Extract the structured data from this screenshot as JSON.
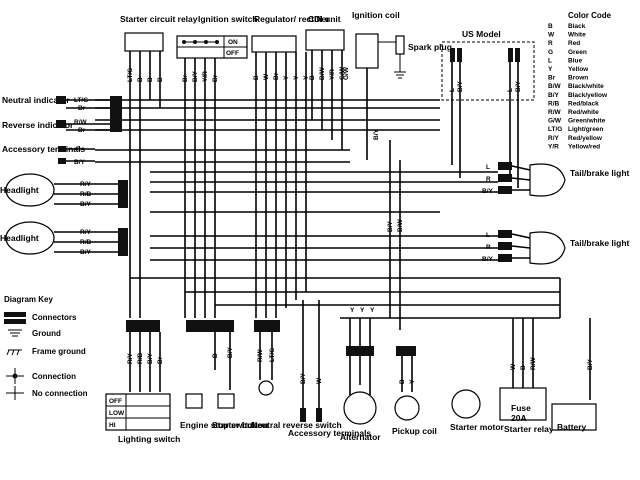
{
  "components": {
    "starter_relay": "Starter circuit relay",
    "ignition_switch": "Ignition switch",
    "ign_on": "ON",
    "ign_off": "OFF",
    "regulator": "Regulator/ rectifier",
    "cdi": "CDI unit",
    "ignition_coil": "Ignition coil",
    "spark_plug": "Spark plug",
    "us_model": "US Model",
    "neutral_indicator": "Neutral indicator",
    "reverse_indicator": "Reverse indicator",
    "accessory_terminals_left": "Accessory terminals",
    "headlight_1": "Headlight",
    "headlight_2": "Headlight",
    "tail_brake_1": "Tail/brake light",
    "tail_brake_2": "Tail/brake light",
    "lighting_switch": "Lighting switch",
    "ls_off": "OFF",
    "ls_low": "LOW",
    "ls_hi": "HI",
    "engine_stop": "Engine stop switch",
    "starter_button": "Starter button",
    "neutral_reverse": "Neutral reverse switch",
    "accessory_terminals": "Accessory terminals",
    "alternator": "Alternator",
    "pickup_coil": "Pickup coil",
    "starter_motor": "Starter motor",
    "starter_relay_bottom": "Starter relay",
    "fuse": "Fuse",
    "fuse_rating": "20A",
    "battery": "Battery"
  },
  "wire_labels": {
    "relay": [
      "LT/G",
      "B",
      "B",
      "B"
    ],
    "ignition": [
      "Br",
      "B/Y",
      "Y/R",
      "Br"
    ],
    "regulator": [
      "B",
      "W",
      "Br",
      "Y",
      "Y",
      "Y"
    ],
    "cdi": [
      "B",
      "B/W",
      "Y/R",
      "G/W",
      "G/W"
    ],
    "us_left": [
      "L",
      "B/Y"
    ],
    "us_right": [
      "L",
      "B/Y"
    ],
    "neutral": [
      "LT/G",
      "Br"
    ],
    "reverse": [
      "R/W",
      "Br"
    ],
    "accessory": [
      "R",
      "B/Y"
    ],
    "headlight1": [
      "R/Y",
      "R/B",
      "B/Y"
    ],
    "headlight2": [
      "R/Y",
      "R/B",
      "B/Y"
    ],
    "tail1": [
      "L",
      "R",
      "B/Y"
    ],
    "tail2": [
      "L",
      "R",
      "B/Y"
    ],
    "coil_vertical": "B/Y",
    "mid_vertical": [
      "B/Y",
      "B/W"
    ],
    "lighting_sw": [
      "R/Y",
      "R/B",
      "B/Y",
      "Br"
    ],
    "stop_start": [
      "B",
      "B/Y"
    ],
    "neutral_rev_sw": [
      "R/W",
      "LT/G"
    ],
    "accessory_sw": [
      "B/Y",
      "W"
    ],
    "alt_triple": [
      "Y",
      "Y",
      "Y"
    ],
    "pickup": [
      "B",
      "Y"
    ],
    "relay_bottom": [
      "W",
      "B",
      "R/W"
    ],
    "battery_wire": "B/Y"
  },
  "color_code": {
    "title": "Color Code",
    "entries": [
      [
        "B",
        "Black"
      ],
      [
        "W",
        "White"
      ],
      [
        "R",
        "Red"
      ],
      [
        "G",
        "Green"
      ],
      [
        "L",
        "Blue"
      ],
      [
        "Y",
        "Yellow"
      ],
      [
        "Br",
        "Brown"
      ],
      [
        "B/W",
        "Black/white"
      ],
      [
        "B/Y",
        "Black/yellow"
      ],
      [
        "R/B",
        "Red/black"
      ],
      [
        "R/W",
        "Red/white"
      ],
      [
        "G/W",
        "Green/white"
      ],
      [
        "LT/G",
        "Light/green"
      ],
      [
        "R/Y",
        "Red/yellow"
      ],
      [
        "Y/R",
        "Yellow/red"
      ]
    ]
  },
  "diagram_key": {
    "title": "Diagram Key",
    "connectors": "Connectors",
    "ground": "Ground",
    "frame_ground": "Frame ground",
    "connection": "Connection",
    "no_connection": "No connection"
  }
}
